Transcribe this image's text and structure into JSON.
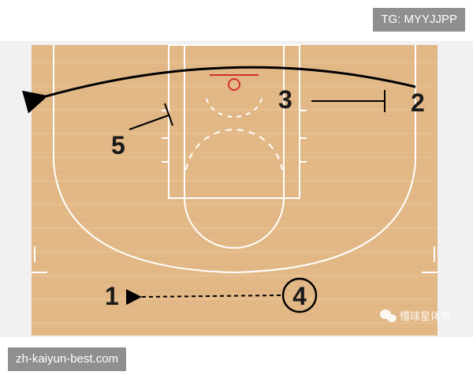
{
  "header_tag": "TG: MYYJJPP",
  "footer_tag": "zh-kaiyun-best.com",
  "watermark": {
    "icon": "wechat-icon",
    "text": "懵球星体育"
  },
  "court": {
    "floor_color": "#e2b887",
    "line_color": "#ffffff",
    "rim_color": "#d03028"
  },
  "players": [
    {
      "id": "p1",
      "label": "1"
    },
    {
      "id": "p2",
      "label": "2"
    },
    {
      "id": "p3",
      "label": "3"
    },
    {
      "id": "p4",
      "label": "4"
    },
    {
      "id": "p5",
      "label": "5"
    }
  ]
}
